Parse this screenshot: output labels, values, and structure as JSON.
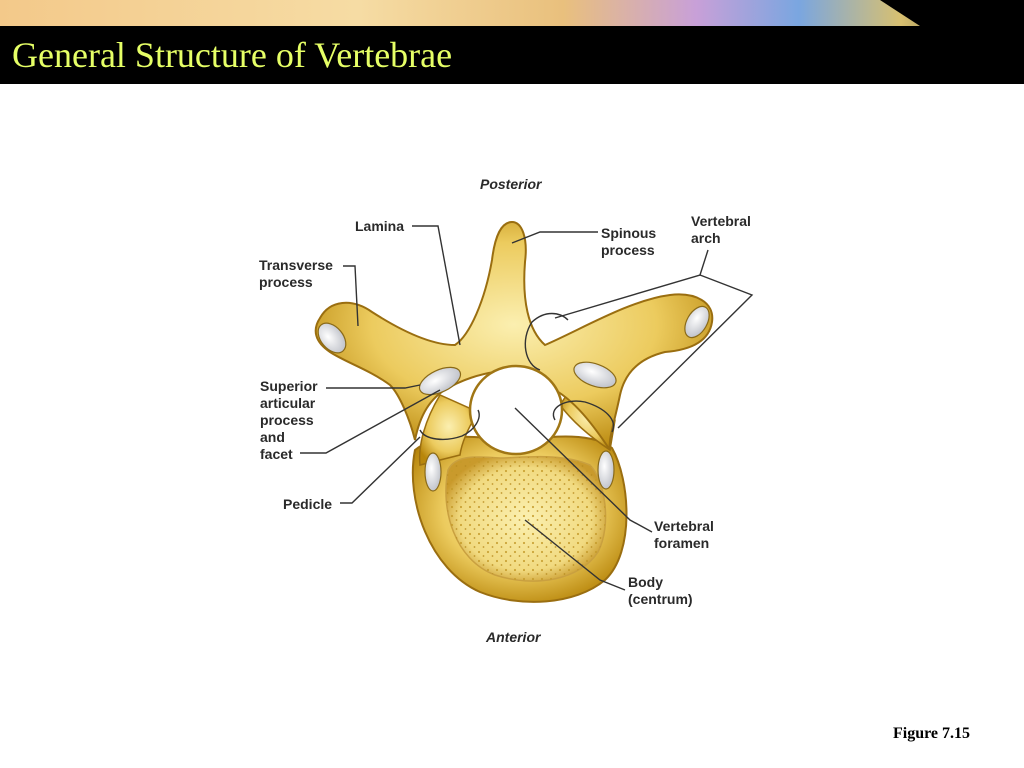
{
  "slide": {
    "title": "General Structure of Vertebrae",
    "caption": "Figure 7.15"
  },
  "diagram": {
    "orientation": {
      "top": "Posterior",
      "bottom": "Anterior"
    },
    "labels": {
      "lamina": "Lamina",
      "transverse_process": [
        "Transverse",
        "process"
      ],
      "spinous_process": [
        "Spinous",
        "process"
      ],
      "vertebral_arch": [
        "Vertebral",
        "arch"
      ],
      "superior_articular": [
        "Superior",
        "articular",
        "process",
        "and",
        "facet"
      ],
      "pedicle": "Pedicle",
      "vertebral_foramen": [
        "Vertebral",
        "foramen"
      ],
      "body": [
        "Body",
        "(centrum)"
      ]
    }
  },
  "colors": {
    "title_text": "#e6ff66",
    "title_bar": "#000000",
    "bone_light": "#f6e48a",
    "bone_dark": "#b8860b"
  }
}
